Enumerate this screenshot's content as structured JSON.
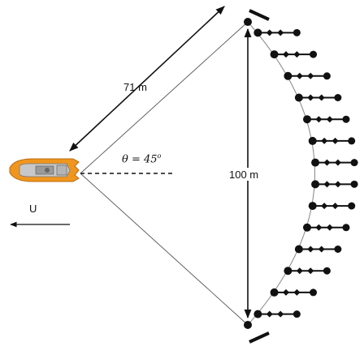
{
  "diagram": {
    "distance_label": "71 m",
    "angle_symbol": "θ",
    "angle_equals": " = 45",
    "angle_superscript": "o",
    "width_label": "100 m",
    "velocity_label": "U",
    "array_row_count": 14,
    "colors": {
      "boat_hull": "#f0961e",
      "boat_deck": "#c8c8c8",
      "lines": "#111111",
      "cable": "#888888"
    },
    "icons": [
      "boat-icon",
      "float-icon",
      "hydrophone-string-icon"
    ]
  }
}
